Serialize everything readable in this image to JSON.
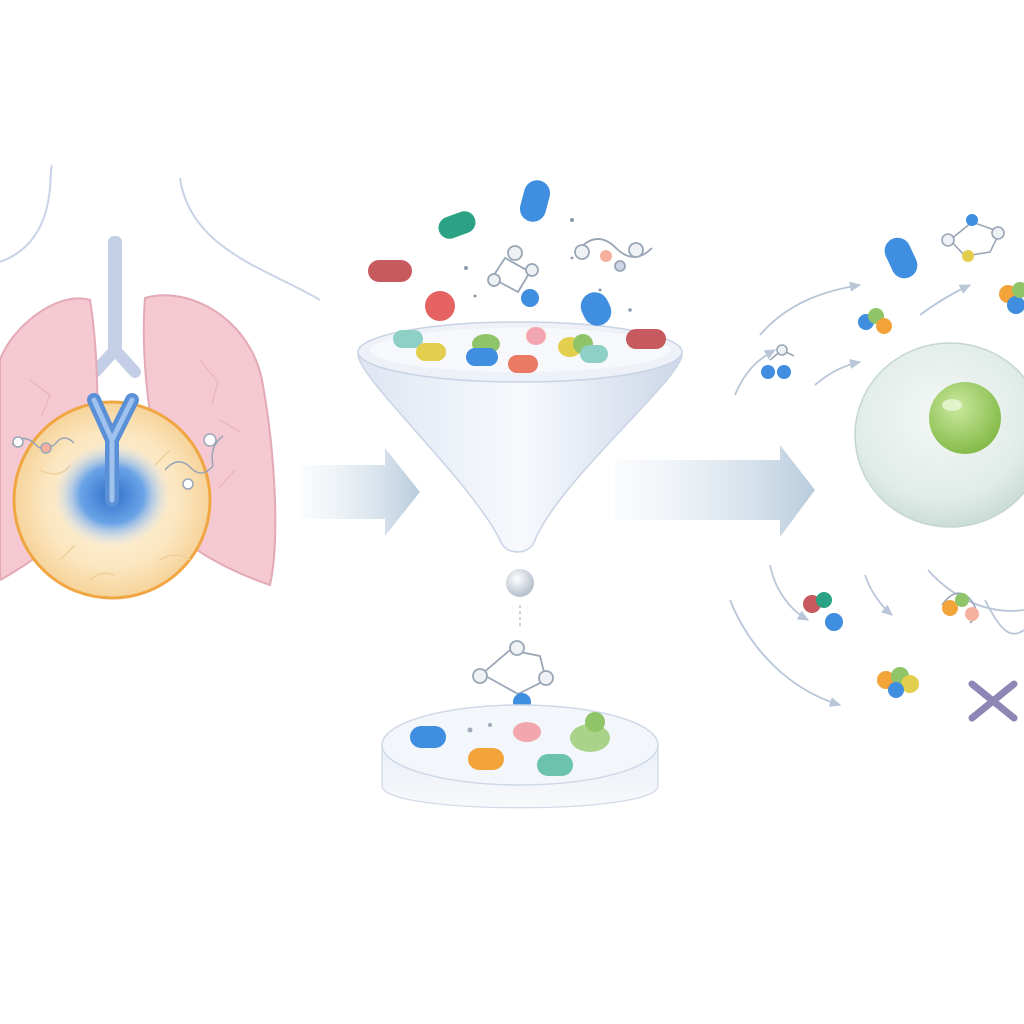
{
  "diagram": {
    "stages": [
      {
        "id": "target",
        "icon": "lung-target-icon"
      },
      {
        "id": "screening",
        "icon": "screening-funnel-icon"
      },
      {
        "id": "cell-action",
        "icon": "cell-icon"
      }
    ],
    "colors": {
      "background": "#ffffff",
      "lung": "#f3c6cf",
      "lung_stroke": "#e2a3b1",
      "airway": "#b7c3e2",
      "tumor_fill": "#fbe6bf",
      "tumor_ring": "#f0a643",
      "antibody": "#5b8fd6",
      "arrow": "#c9d8e6",
      "funnel": "#e6ecf6",
      "dish": "#eef2f8",
      "cell": "#e3ede9",
      "nucleus": "#98c95a",
      "cross": "#8e86b5"
    },
    "pill_colors": {
      "red": "#c75a5e",
      "teal": "#2aa283",
      "blue": "#3f8ee0",
      "yellow": "#e3cf4e",
      "green": "#8fc468",
      "salmon": "#ea7a63",
      "orange": "#f2a33a",
      "pink": "#f1a7ad",
      "mint": "#6cc3ad"
    }
  }
}
